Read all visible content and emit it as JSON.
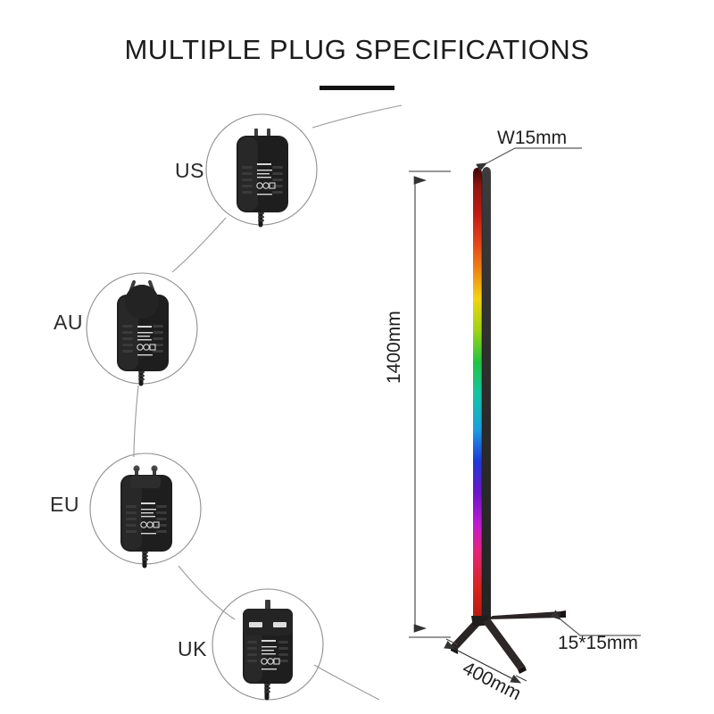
{
  "page": {
    "title": "MULTIPLE PLUG SPECIFICATIONS",
    "background_color": "#ffffff"
  },
  "plugs": [
    {
      "id": "us",
      "label": "US",
      "type": "two-flat-vertical-prongs"
    },
    {
      "id": "au",
      "label": "AU",
      "type": "angled-v-prongs-round-base"
    },
    {
      "id": "eu",
      "label": "EU",
      "type": "two-round-pins-recessed"
    },
    {
      "id": "uk",
      "label": "UK",
      "type": "three-rectangular-prongs"
    }
  ],
  "dimensions": {
    "width": "W15mm",
    "height": "1400mm",
    "section": "15*15mm",
    "base": "400mm"
  },
  "colors": {
    "title": "#1c1c1c",
    "rule": "#111111",
    "leader_line": "#9a9a9a",
    "dimension_line": "#5a5a5a",
    "lamp_body": "#2a2a2a",
    "base_stand": "#241f1f",
    "gradient_stops": [
      "#3a0608",
      "#c01a12",
      "#e8461a",
      "#f08a12",
      "#f2d313",
      "#9ed413",
      "#23c442",
      "#12c6a2",
      "#1a9ee0",
      "#2037d8",
      "#6a16c8",
      "#c019d2",
      "#e8237a",
      "#d8231c",
      "#b8180f"
    ]
  }
}
